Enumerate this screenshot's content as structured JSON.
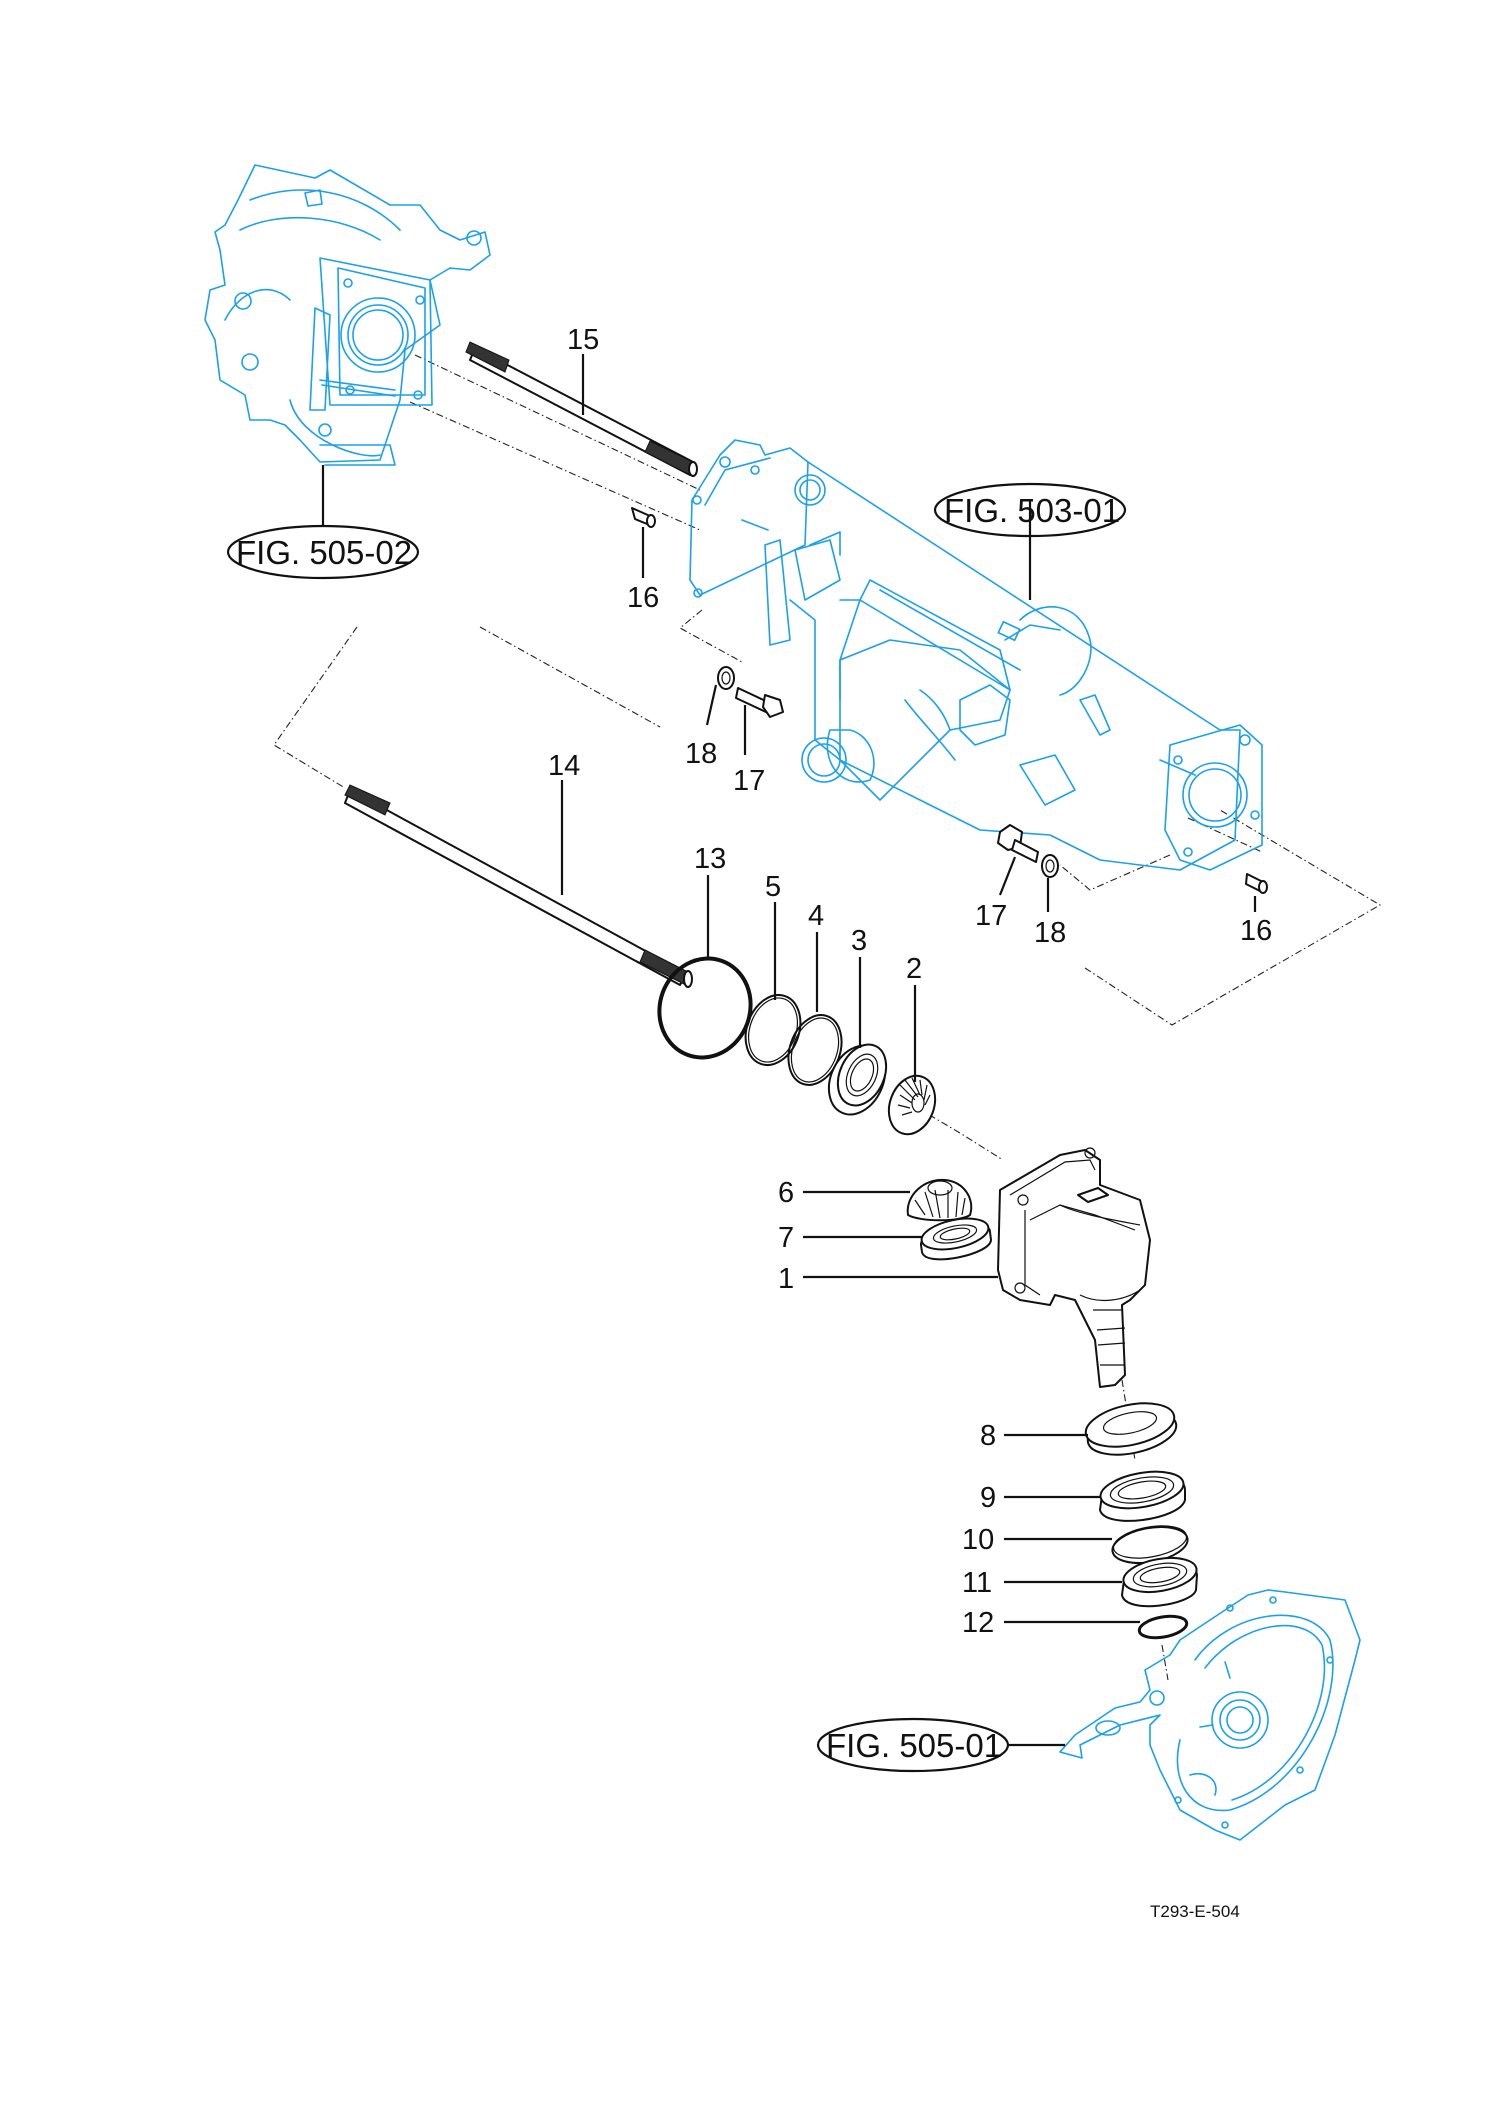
{
  "diagram": {
    "drawing_code": "T293-E-504",
    "accent_color": "#1aa0ec",
    "figure_references": [
      {
        "id": "fig-505-02",
        "label": "FIG. 505-02"
      },
      {
        "id": "fig-503-01",
        "label": "FIG. 503-01"
      },
      {
        "id": "fig-505-01",
        "label": "FIG. 505-01"
      }
    ],
    "callouts": [
      {
        "part": "1",
        "label": "1"
      },
      {
        "part": "2",
        "label": "2"
      },
      {
        "part": "3",
        "label": "3"
      },
      {
        "part": "4",
        "label": "4"
      },
      {
        "part": "5",
        "label": "5"
      },
      {
        "part": "6",
        "label": "6"
      },
      {
        "part": "7",
        "label": "7"
      },
      {
        "part": "8",
        "label": "8"
      },
      {
        "part": "9",
        "label": "9"
      },
      {
        "part": "10",
        "label": "10"
      },
      {
        "part": "11",
        "label": "11"
      },
      {
        "part": "12",
        "label": "12"
      },
      {
        "part": "13",
        "label": "13"
      },
      {
        "part": "14",
        "label": "14"
      },
      {
        "part": "15",
        "label": "15"
      },
      {
        "part": "16a",
        "label": "16"
      },
      {
        "part": "16b",
        "label": "16"
      },
      {
        "part": "17a",
        "label": "17"
      },
      {
        "part": "17b",
        "label": "17"
      },
      {
        "part": "18a",
        "label": "18"
      },
      {
        "part": "18b",
        "label": "18"
      }
    ]
  }
}
